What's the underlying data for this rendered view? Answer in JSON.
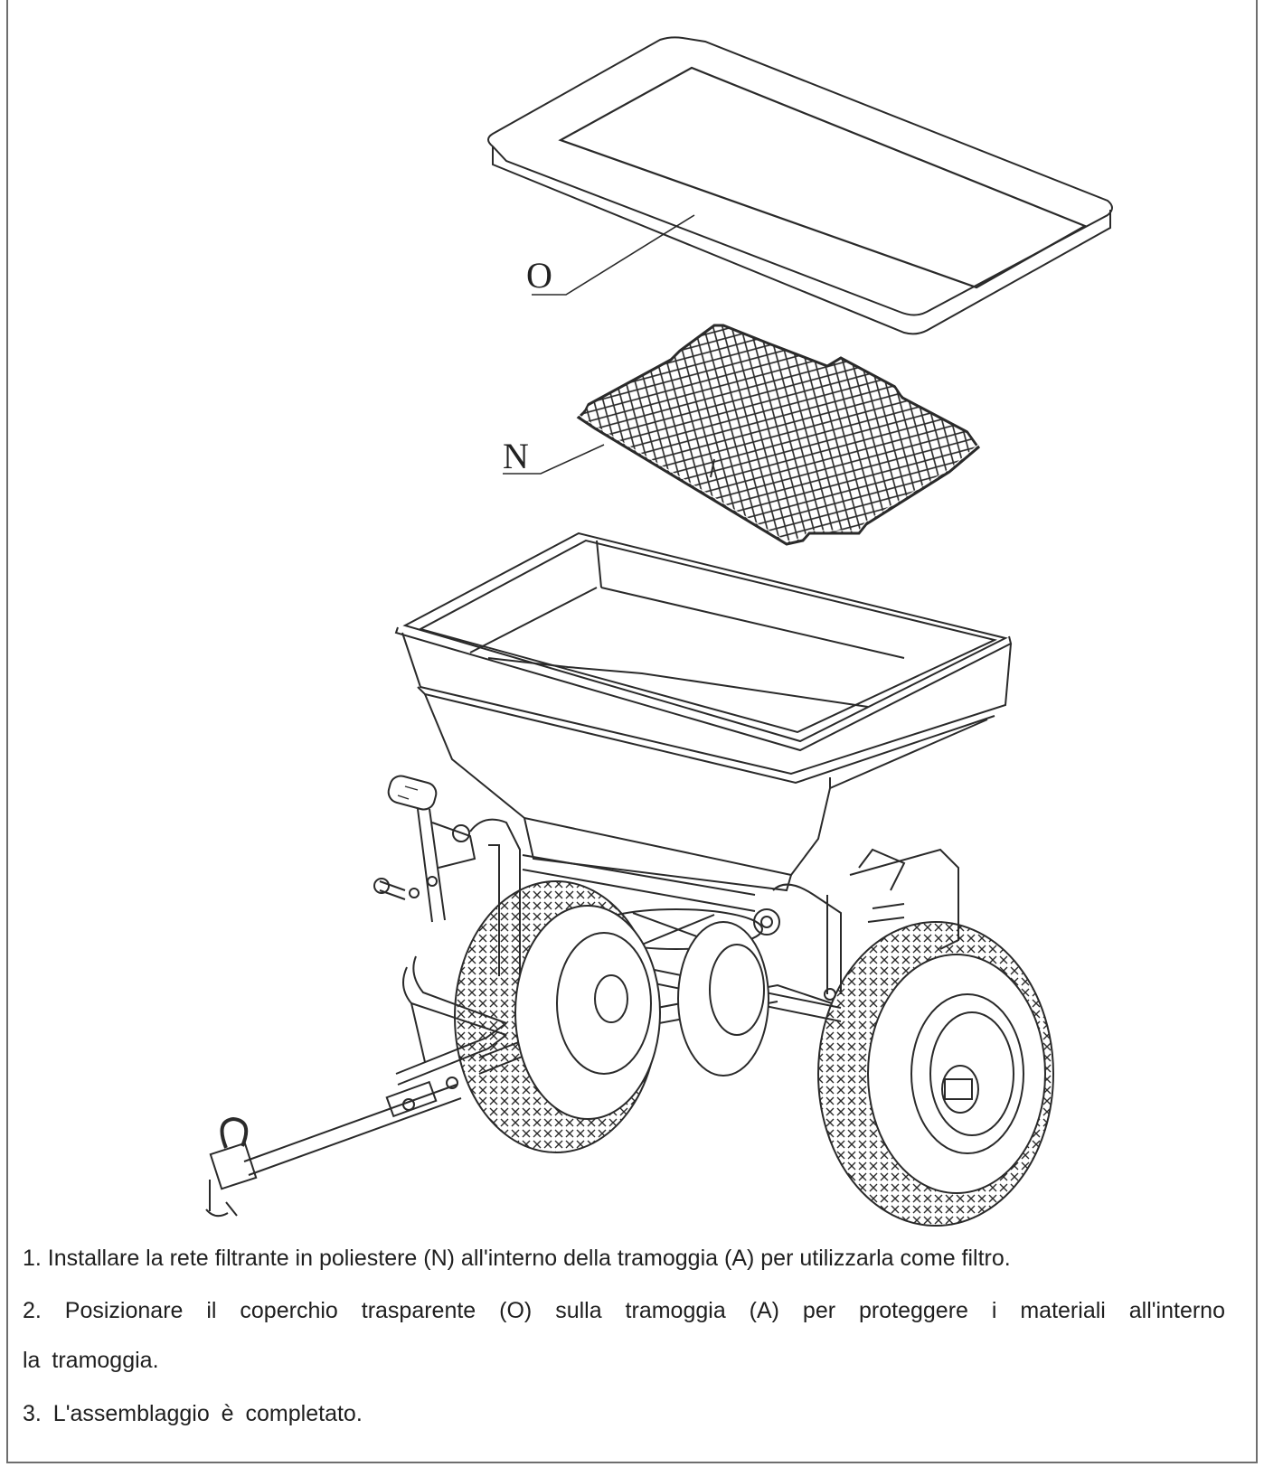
{
  "figure": {
    "callouts": {
      "lid": "O",
      "filter_mesh": "N"
    }
  },
  "instructions": {
    "step1": "1. Installare la rete filtrante in poliestere (N) all'interno della tramoggia (A) per utilizzarla come filtro.",
    "step2_line1": "2. Posizionare il coperchio trasparente (O) sulla tramoggia (A) per proteggere i materiali all'interno",
    "step2_line2": "la tramoggia.",
    "step3": "3. L'assemblaggio è completato."
  },
  "colors": {
    "line": "#2a2a2a",
    "frame": "#6e6e6e",
    "text": "#1f1f1f"
  }
}
